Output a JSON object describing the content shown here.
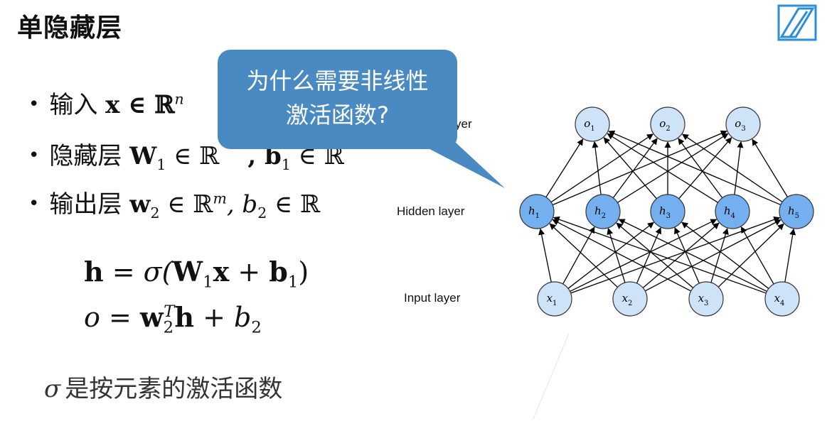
{
  "slide": {
    "title": "单隐藏层",
    "bullets": [
      {
        "label": "输入",
        "math": "x ∈ ℝ",
        "sup": "n"
      },
      {
        "label": "隐藏层",
        "math_W": "W",
        "sub1": "1",
        "in1": "∈ ℝ",
        "math_b": ", b",
        "sub2": "1",
        "in2": "∈ ℝ"
      },
      {
        "label": "输出层",
        "math_w": "w",
        "sub1": "2",
        "in1": "∈ ℝ",
        "sup": "m",
        "rest": ", b",
        "sub2": "2",
        "in2": "∈ ℝ"
      }
    ],
    "equations": {
      "eq1": {
        "lhs": "h",
        "op": "= σ(",
        "W": "W",
        "sub": "1",
        "x": "x",
        "plus": " + ",
        "b": "b",
        "bsub": "1",
        "close": ")"
      },
      "eq2": {
        "lhs": "o",
        "op": " = ",
        "w": "w",
        "sub": "2",
        "sup": "T",
        "h": "h",
        "plus": " + ",
        "b": "b",
        "bsub": "2"
      }
    },
    "caption": {
      "sigma": "σ",
      "text": "是按元素的激活函数"
    },
    "callout": {
      "line1": "为什么需要非线性",
      "line2": "激活函数?",
      "color": "#4a8ac2"
    }
  },
  "network": {
    "layer_labels": {
      "output": "yer",
      "hidden": "Hidden layer",
      "input": "Input layer"
    },
    "node_fill_output": "#cfe3f8",
    "node_fill_hidden": "#74b0ef",
    "node_fill_input": "#cfe3f8",
    "output_nodes": [
      {
        "v": "o",
        "s": "1"
      },
      {
        "v": "o",
        "s": "2"
      },
      {
        "v": "o",
        "s": "3"
      }
    ],
    "hidden_nodes": [
      {
        "v": "h",
        "s": "1"
      },
      {
        "v": "h",
        "s": "2"
      },
      {
        "v": "h",
        "s": "3"
      },
      {
        "v": "h",
        "s": "4"
      },
      {
        "v": "h",
        "s": "5"
      }
    ],
    "input_nodes": [
      {
        "v": "x",
        "s": "1"
      },
      {
        "v": "x",
        "s": "2"
      },
      {
        "v": "x",
        "s": "3"
      },
      {
        "v": "x",
        "s": "4"
      }
    ]
  }
}
